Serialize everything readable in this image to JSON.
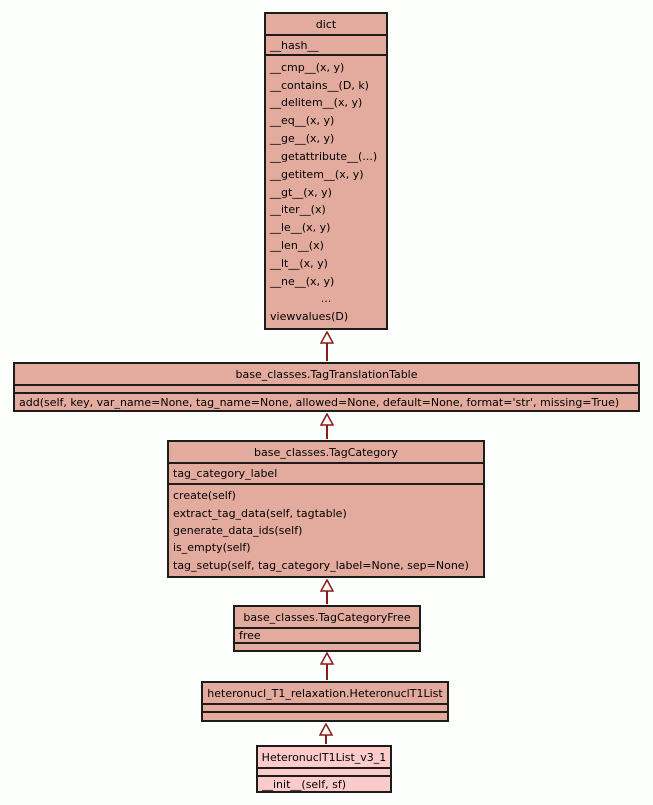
{
  "diagram": {
    "colors": {
      "background": "#fdfffd",
      "box_fill": "#e3ab9e",
      "box_fill_light": "#fccbca",
      "border": "#1c1c1c",
      "arrow": "#8b1a1a",
      "text": "#000000"
    },
    "classes": [
      {
        "id": "dict",
        "title": "dict",
        "attributes": [
          "__hash__"
        ],
        "methods": [
          "__cmp__(x, y)",
          "__contains__(D, k)",
          "__delitem__(x, y)",
          "__eq__(x, y)",
          "__ge__(x, y)",
          "__getattribute__(...)",
          "__getitem__(x, y)",
          "__gt__(x, y)",
          "__iter__(x)",
          "__le__(x, y)",
          "__len__(x)",
          "__lt__(x, y)",
          "__ne__(x, y)",
          "...",
          "viewvalues(D)"
        ]
      },
      {
        "id": "tag-translation-table",
        "title": "base_classes.TagTranslationTable",
        "attributes": [],
        "methods": [
          "add(self, key, var_name=None, tag_name=None, allowed=None, default=None, format='str', missing=True)"
        ]
      },
      {
        "id": "tag-category",
        "title": "base_classes.TagCategory",
        "attributes": [
          "tag_category_label"
        ],
        "methods": [
          "create(self)",
          "extract_tag_data(self, tagtable)",
          "generate_data_ids(self)",
          "is_empty(self)",
          "tag_setup(self, tag_category_label=None, sep=None)"
        ]
      },
      {
        "id": "tag-category-free",
        "title": "base_classes.TagCategoryFree",
        "attributes": [
          "free"
        ],
        "methods": []
      },
      {
        "id": "heteronucl-t1-list",
        "title": "heteronucl_T1_relaxation.HeteronuclT1List",
        "attributes": [],
        "methods": []
      },
      {
        "id": "heteronucl-t1-list-v3-1",
        "title": "HeteronuclT1List_v3_1",
        "attributes": [],
        "methods": [
          "__init__(self, sf)"
        ]
      }
    ],
    "relations": [
      {
        "type": "inheritance",
        "child": "base_classes.TagTranslationTable",
        "parent": "dict"
      },
      {
        "type": "inheritance",
        "child": "base_classes.TagCategory",
        "parent": "base_classes.TagTranslationTable"
      },
      {
        "type": "inheritance",
        "child": "base_classes.TagCategoryFree",
        "parent": "base_classes.TagCategory"
      },
      {
        "type": "inheritance",
        "child": "heteronucl_T1_relaxation.HeteronuclT1List",
        "parent": "base_classes.TagCategoryFree"
      },
      {
        "type": "inheritance",
        "child": "HeteronuclT1List_v3_1",
        "parent": "heteronucl_T1_relaxation.HeteronuclT1List"
      }
    ]
  }
}
